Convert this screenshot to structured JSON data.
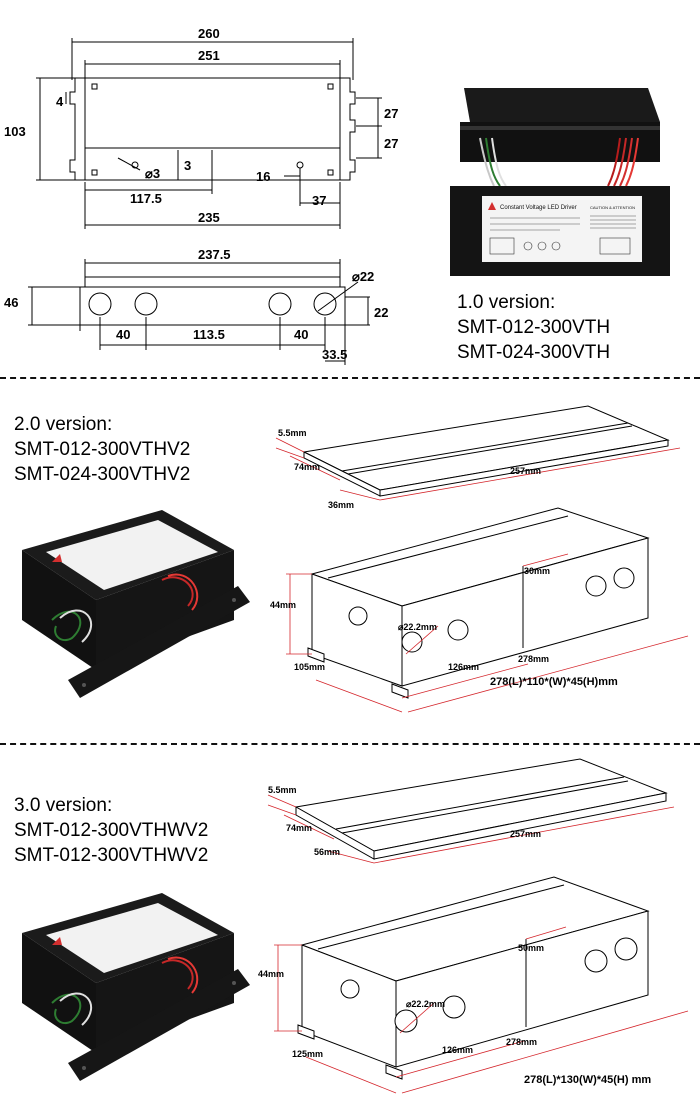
{
  "v1": {
    "title": "1.0 version:",
    "models": [
      "SMT-012-300VTH",
      "SMT-024-300VTH"
    ],
    "top_view_dims": {
      "overall_width": "260",
      "inner_width": "251",
      "height": "103",
      "flange": "4",
      "right_spacing_a": "27",
      "right_spacing_b": "27",
      "hole": "⌀3",
      "offset_3": "3",
      "pos_117": "117.5",
      "pos_16": "16",
      "pos_37": "37",
      "pos_235": "235"
    },
    "side_view_dims": {
      "length": "237.5",
      "height": "46",
      "hole": "⌀22",
      "hole_height": "22",
      "gap_40a": "40",
      "gap_113": "113.5",
      "gap_40b": "40",
      "edge_33": "33.5"
    }
  },
  "v2": {
    "title": "2.0 version:",
    "models": [
      "SMT-012-300VTHV2",
      "SMT-024-300VTHV2"
    ],
    "cover_dims": {
      "thickness": "5.5mm",
      "width": "74mm",
      "tab": "36mm",
      "length": "257mm"
    },
    "box_dims": {
      "height": "44mm",
      "width": "105mm",
      "hole": "⌀22.2mm",
      "spacing": "126mm",
      "length": "278mm",
      "offset": "30mm"
    },
    "spec": "278(L)*110*(W)*45(H)mm"
  },
  "v3": {
    "title": "3.0 version:",
    "models": [
      "SMT-012-300VTHWV2",
      "SMT-012-300VTHWV2"
    ],
    "cover_dims": {
      "thickness": "5.5mm",
      "width": "74mm",
      "tab": "56mm",
      "length": "257mm"
    },
    "box_dims": {
      "height": "44mm",
      "width": "125mm",
      "hole": "⌀22.2mm",
      "spacing": "126mm",
      "length": "278mm",
      "offset": "50mm"
    },
    "spec": "278(L)*130(W)*45(H) mm"
  },
  "product_label": {
    "brand_title": "Constant Voltage LED Driver",
    "caution": "CAUTION & ATTENTION"
  },
  "colors": {
    "dimension_red": "#d4262c",
    "housing_black": "#111111",
    "label_white": "#f4f4f4"
  }
}
